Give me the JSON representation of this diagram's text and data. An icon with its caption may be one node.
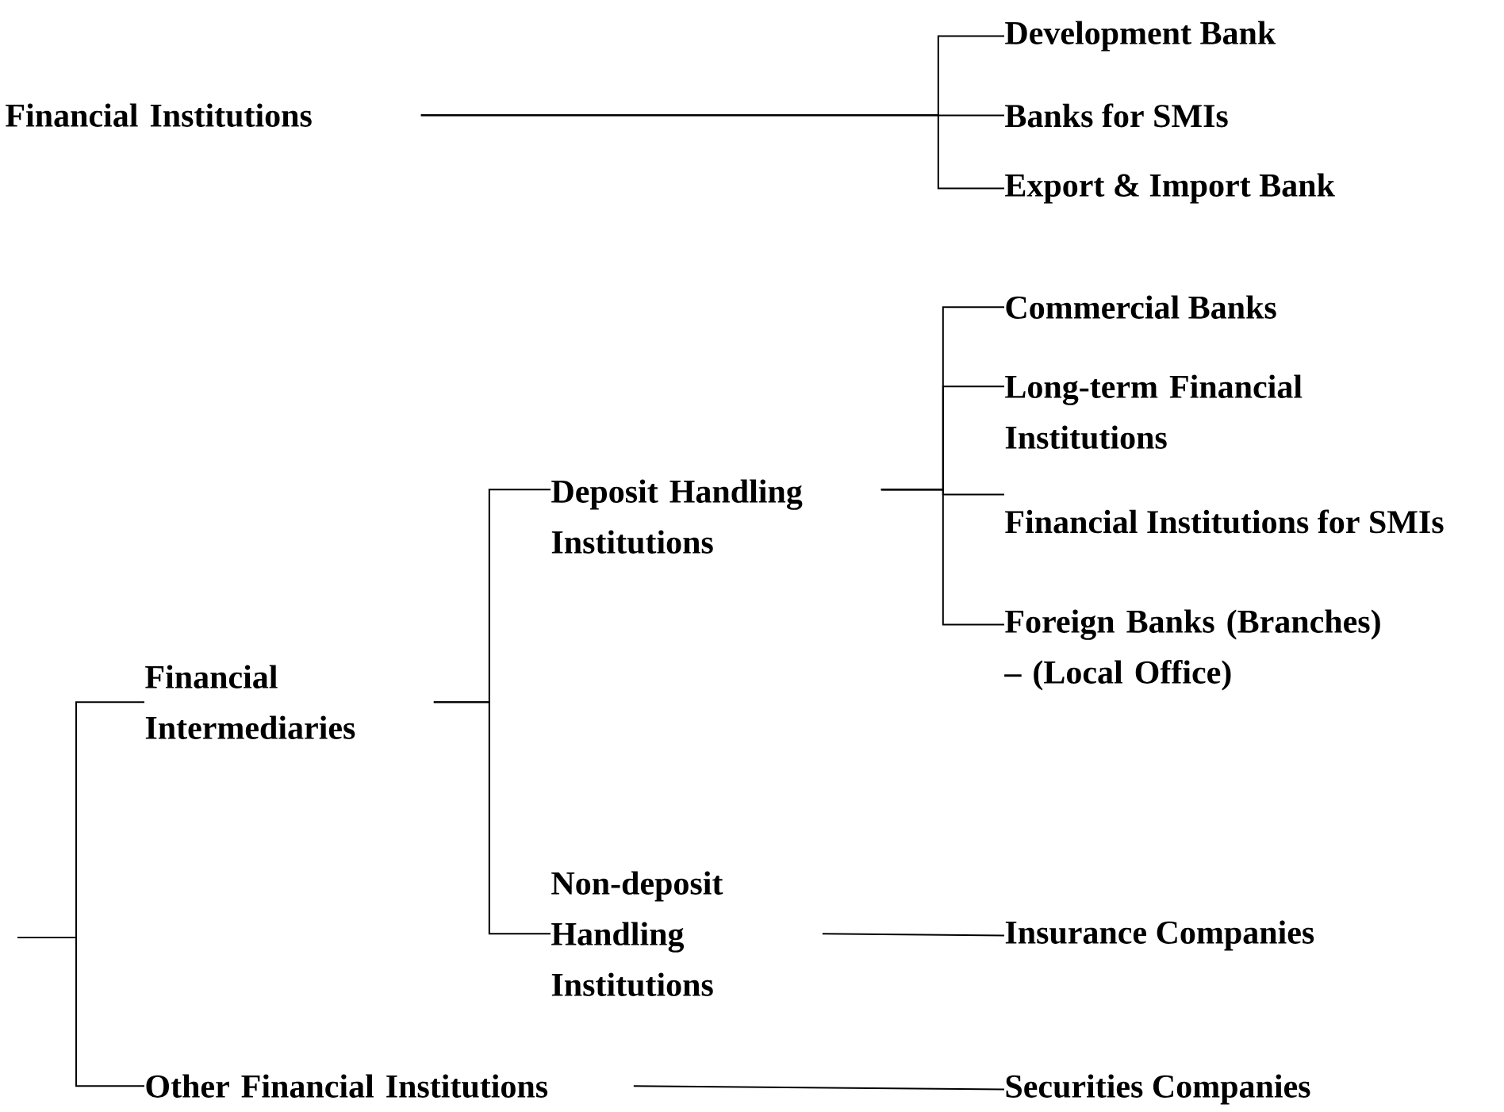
{
  "diagram": {
    "nodes": [
      {
        "text": [
          "Financial Institutions"
        ]
      },
      {
        "text": [
          "Development Bank"
        ]
      },
      {
        "text": [
          "Banks for SMIs"
        ]
      },
      {
        "text": [
          "Export & Import Bank"
        ]
      },
      {
        "text": [
          "Financial Intermediaries"
        ]
      },
      {
        "text": [
          "Deposit Handling Institutions"
        ]
      },
      {
        "text": [
          "Commercial Banks"
        ]
      },
      {
        "text": [
          "Long-term Financial Institutions"
        ]
      },
      {
        "text": [
          "Financial Institutions for SMIs"
        ]
      },
      {
        "text": [
          "Foreign Banks (Branches) – (Local Office)"
        ]
      },
      {
        "text": [
          "Non-deposit Handling Institutions"
        ]
      },
      {
        "text": [
          "Insurance Companies"
        ]
      },
      {
        "text": [
          "Other Financial Institutions"
        ]
      },
      {
        "text": [
          "Securities Companies"
        ]
      }
    ],
    "edges": [
      {
        "from": 0,
        "to": 1,
        "arrow": "none"
      },
      {
        "from": 0,
        "to": 2,
        "arrow": "none"
      },
      {
        "from": 0,
        "to": 3,
        "arrow": "none"
      },
      {
        "from": null,
        "to": 4,
        "arrow": "none"
      },
      {
        "from": null,
        "to": 12,
        "arrow": "none"
      },
      {
        "from": 4,
        "to": 5,
        "arrow": "none"
      },
      {
        "from": 4,
        "to": 10,
        "arrow": "none"
      },
      {
        "from": 5,
        "to": 6,
        "arrow": "none"
      },
      {
        "from": 5,
        "to": 7,
        "arrow": "none"
      },
      {
        "from": 5,
        "to": 8,
        "arrow": "none"
      },
      {
        "from": 5,
        "to": 9,
        "arrow": "none"
      },
      {
        "from": 10,
        "to": 11,
        "arrow": "none"
      },
      {
        "from": 12,
        "to": 13,
        "arrow": "none"
      }
    ]
  }
}
